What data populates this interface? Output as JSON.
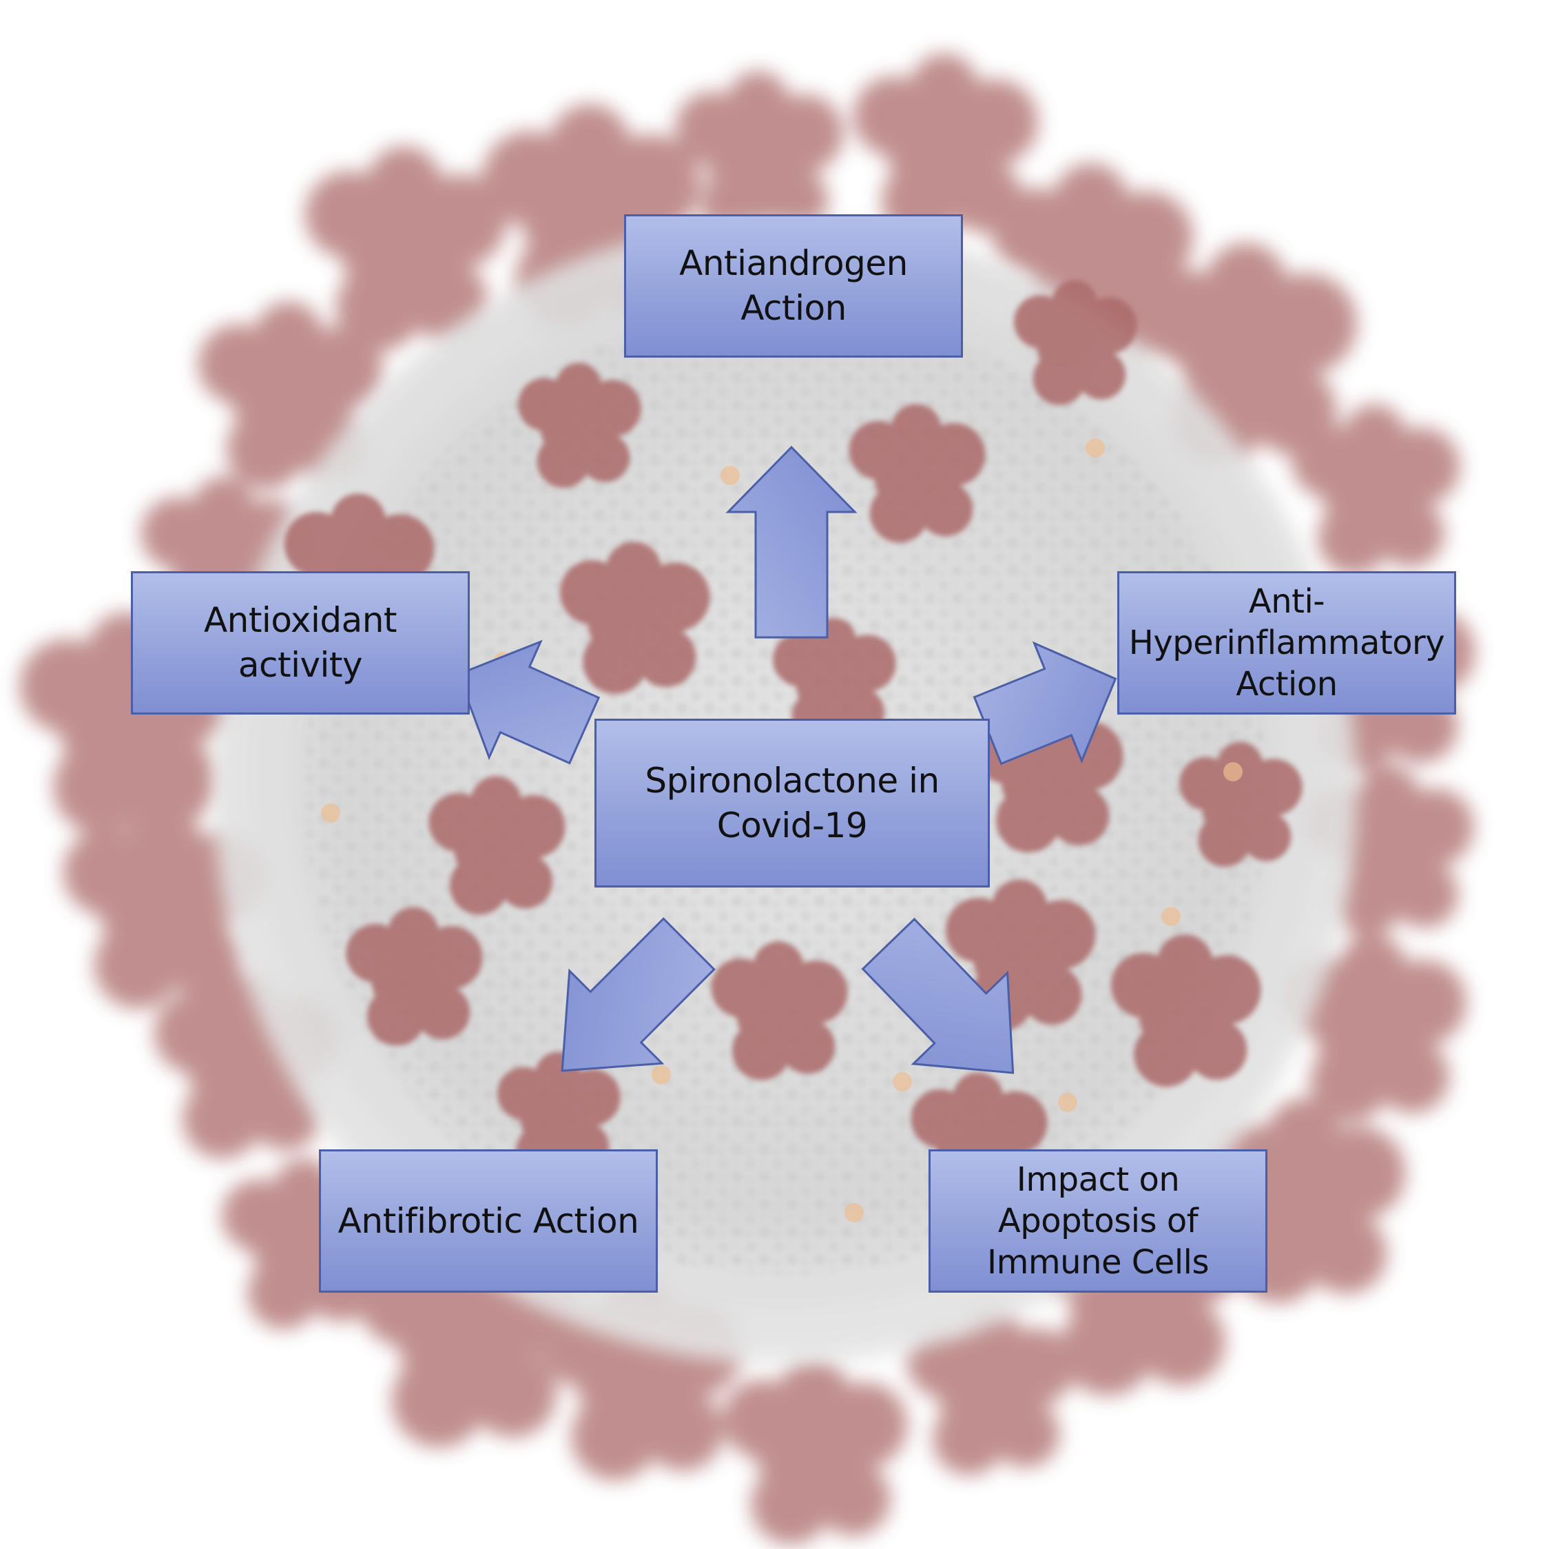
{
  "colors": {
    "box_fill_top": "#b2bee9",
    "box_fill_bottom": "#7f8fd2",
    "box_border": "#4a5fa8",
    "arrow_fill": "#8e9cdb",
    "arrow_border": "#4a5fa8",
    "spike_color": "#9a4a48",
    "virion_body": "#cfcfcf",
    "text": "#111111"
  },
  "icons": {
    "background": "coronavirus-virion-icon"
  },
  "center": {
    "line1": "Spironolactone in",
    "line2": "Covid-19"
  },
  "effects": {
    "top": {
      "line1": "Antiandrogen",
      "line2": "Action"
    },
    "left": {
      "line1": "Antioxidant",
      "line2": "activity"
    },
    "right": {
      "line1": "Anti-",
      "line2": "Hyperinflammatory",
      "line3": "Action"
    },
    "bottom_left": {
      "line1": "Antifibrotic Action"
    },
    "bottom_right": {
      "line1": "Impact on",
      "line2": "Apoptosis of",
      "line3": "Immune Cells"
    }
  }
}
